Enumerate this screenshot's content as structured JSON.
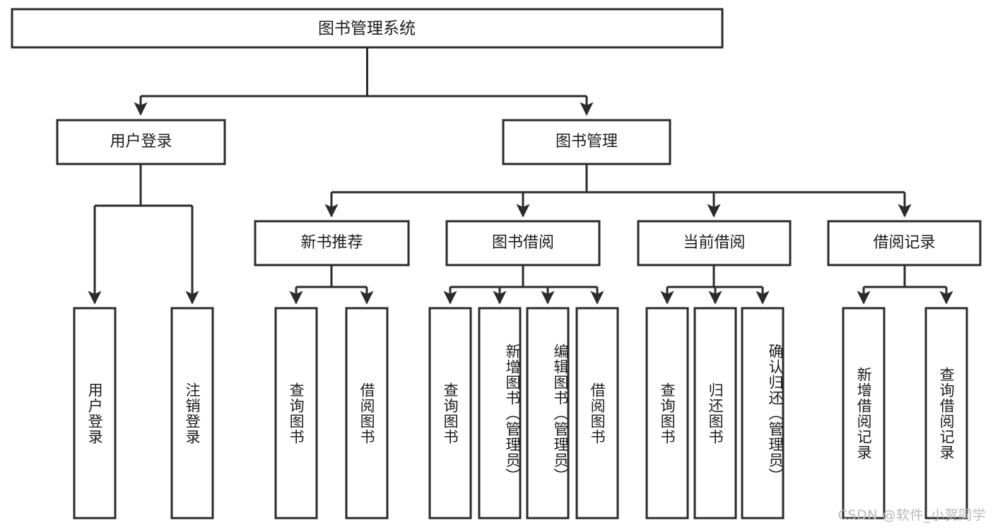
{
  "diagram": {
    "title": "图书管理系统",
    "type": "tree-hierarchy",
    "watermark": "CSDN @软件_小贺同学",
    "colors": {
      "stroke": "#2b2b2b",
      "fill": "#ffffff",
      "text": "#1c1c1c",
      "watermark": "#b9b9b9"
    },
    "levels": {
      "root": {
        "label": "图书管理系统"
      },
      "level2": [
        {
          "label": "用户登录"
        },
        {
          "label": "图书管理"
        }
      ],
      "level3": [
        {
          "label": "新书推荐"
        },
        {
          "label": "图书借阅"
        },
        {
          "label": "当前借阅"
        },
        {
          "label": "借阅记录"
        }
      ],
      "leaves": {
        "user_login": [
          {
            "label": "用户登录"
          },
          {
            "label": "注销登录"
          }
        ],
        "new_book_recommend": [
          {
            "label": "查询图书"
          },
          {
            "label": "借阅图书"
          }
        ],
        "book_borrow": [
          {
            "label": "查询图书"
          },
          {
            "label": "新增图书（管理员）"
          },
          {
            "label": "编辑图书（管理员）"
          },
          {
            "label": "借阅图书"
          }
        ],
        "current_borrow": [
          {
            "label": "查询图书"
          },
          {
            "label": "归还图书"
          },
          {
            "label": "确认归还（管理员）"
          }
        ],
        "borrow_record": [
          {
            "label": "新增借阅记录"
          },
          {
            "label": "查询借阅记录"
          }
        ]
      }
    }
  }
}
